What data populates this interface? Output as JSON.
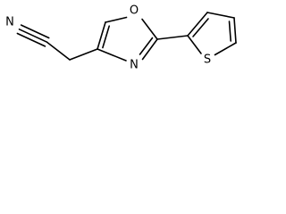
{
  "molecule": {
    "atoms": {
      "nitrile_n": "N",
      "oxazole_o": "O",
      "oxazole_n": "N",
      "thiophene_s": "S"
    }
  }
}
